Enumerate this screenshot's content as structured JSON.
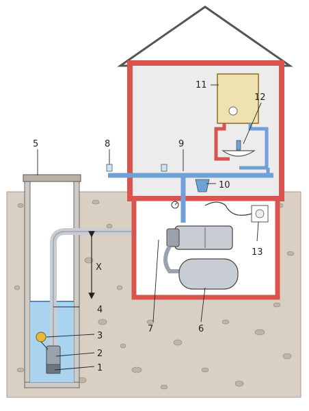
{
  "colors": {
    "ground": "#d9cfc2",
    "wall": "#d9534f",
    "cold_pipe": "#6fa0d6",
    "water": "#a9d3ee",
    "pipe_grey": "#c8ccd3",
    "roof": "#555555"
  },
  "labels": {
    "n1": "1",
    "n2": "2",
    "n3": "3",
    "n4": "4",
    "n5": "5",
    "n6": "6",
    "n7": "7",
    "n8": "8",
    "n9": "9",
    "n10": "10",
    "n11": "11",
    "n12": "12",
    "n13": "13",
    "x": "X"
  }
}
